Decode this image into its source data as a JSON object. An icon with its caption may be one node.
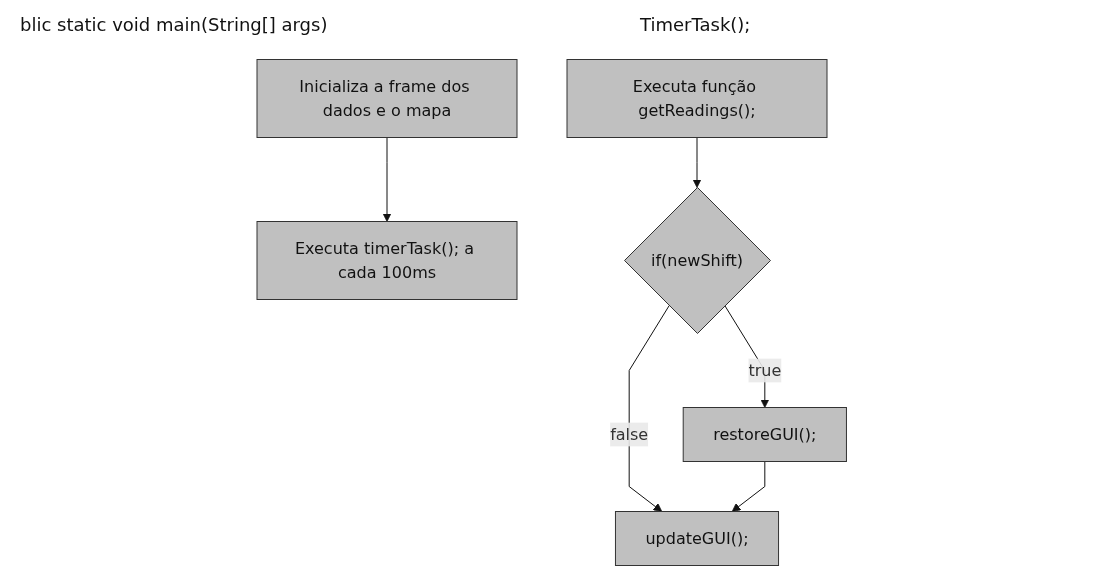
{
  "diagram": {
    "nodes": [
      {
        "text": [
          "Inicializa a frame dos dados e o mapa"
        ]
      },
      {
        "text": [
          "Executa timerTask(); a cada 100ms"
        ]
      },
      {
        "text": [
          "Executa função getReadings();"
        ]
      },
      {
        "text": [
          "if(newShift)"
        ]
      },
      {
        "text": [
          "restoreGUI();"
        ]
      },
      {
        "text": [
          "updateGUI();"
        ]
      }
    ],
    "edges": [
      {
        "from": 0,
        "to": 1,
        "arrow": "to"
      },
      {
        "from": 2,
        "to": 3,
        "arrow": "to"
      },
      {
        "from": 3,
        "to": 4,
        "arrow": "to",
        "label": "true"
      },
      {
        "from": 3,
        "to": 5,
        "arrow": "to",
        "label": "false"
      },
      {
        "from": 4,
        "to": 5,
        "arrow": "to"
      }
    ],
    "labels": [
      "blic static void main(String[] args)",
      "TimerTask();"
    ]
  }
}
